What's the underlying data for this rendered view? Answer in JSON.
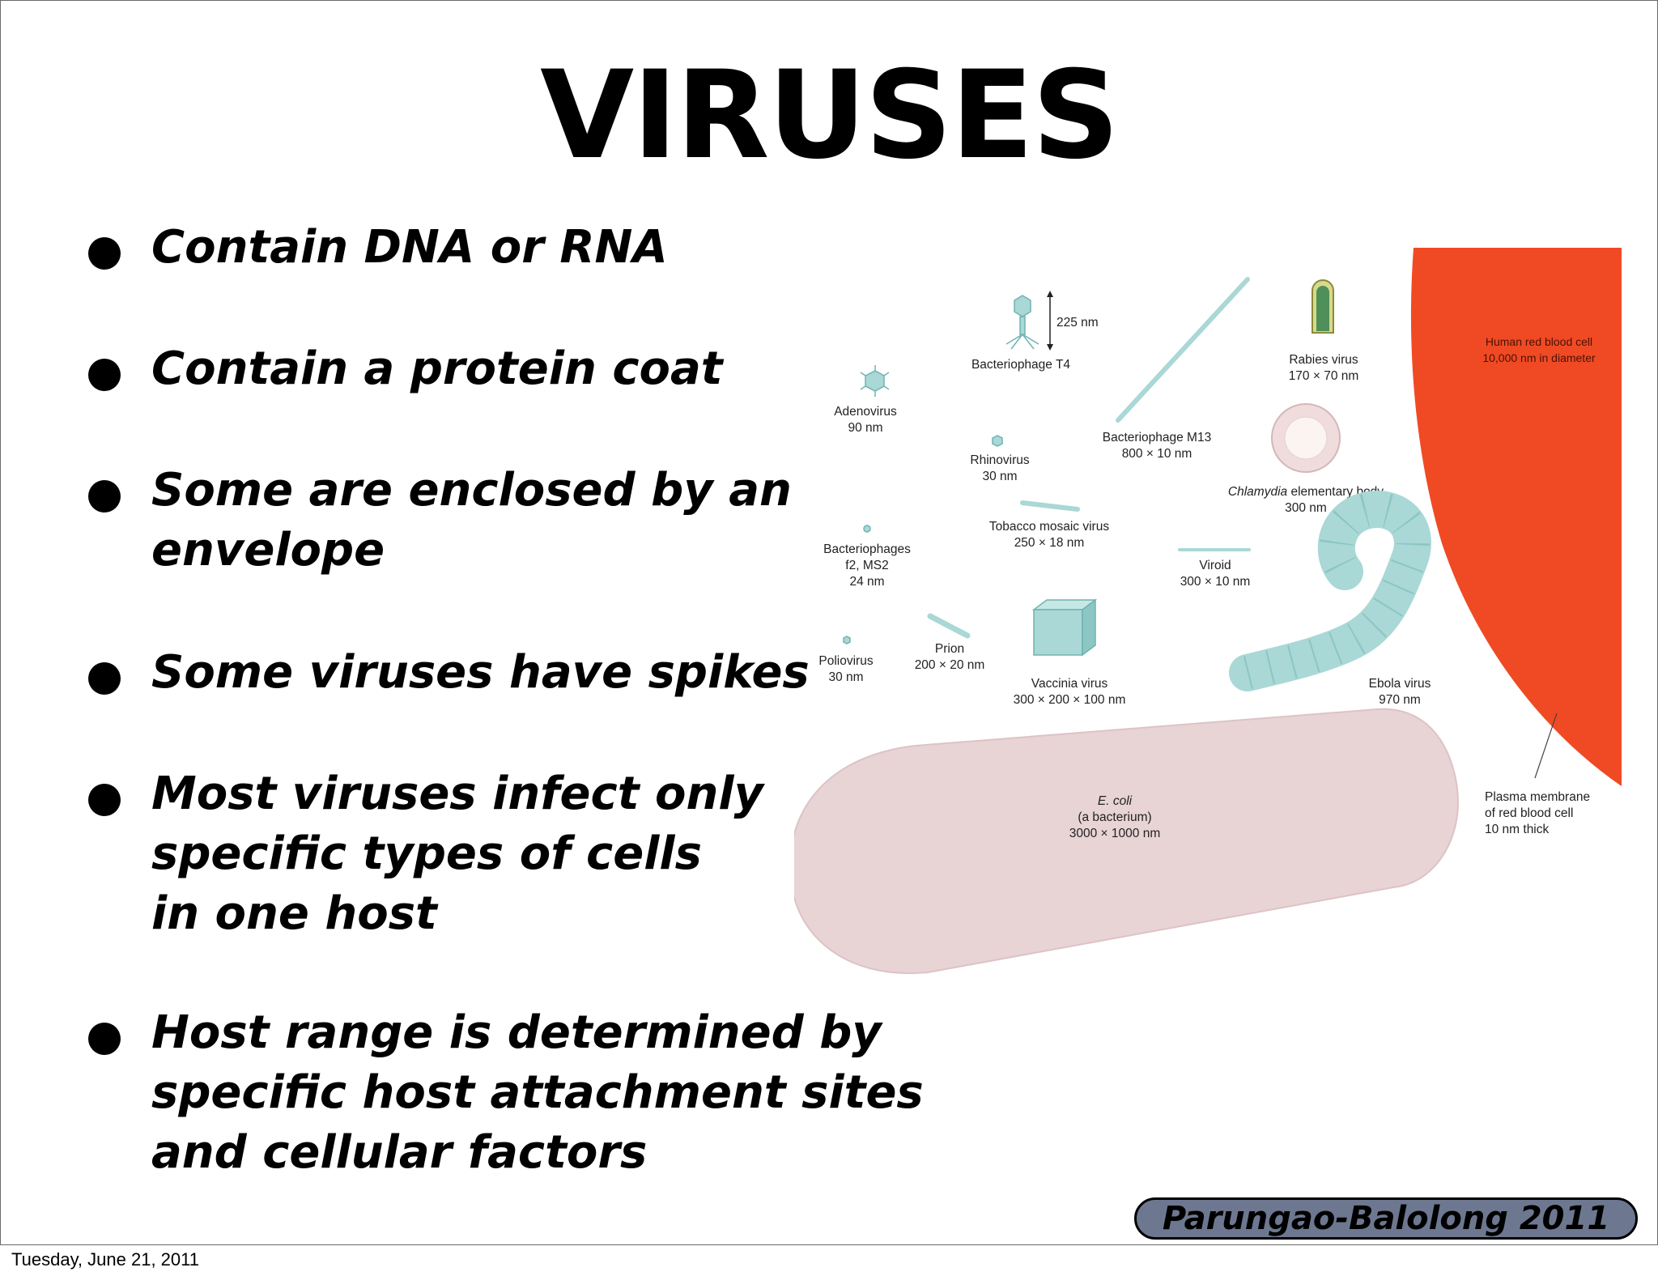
{
  "slide": {
    "title": "VIRUSES",
    "bullets": [
      "Contain DNA or RNA",
      "Contain a protein coat",
      "Some are enclosed by an\nenvelope",
      "Some viruses have spikes",
      "Most viruses infect only\nspecific types of cells\nin one host",
      "Host range is determined by\nspecific host attachment sites\nand cellular factors"
    ],
    "badge": "Parungao-Balolong 2011",
    "date": "Tuesday, June 21, 2011"
  },
  "figure": {
    "colors": {
      "virus_fill": "#a9d8d6",
      "virus_stroke": "#6fb3b1",
      "red_cell": "#f04a24",
      "ecoli_fill": "#e8d3d5",
      "chlamydia_fill": "#f0dcdc"
    },
    "labels": {
      "t4_scale": "225 nm",
      "t4_name": "Bacteriophage T4",
      "rabies_name": "Rabies virus",
      "rabies_size": "170 × 70 nm",
      "rbc_name": "Human red blood cell",
      "rbc_size": "10,000 nm in diameter",
      "adeno_name": "Adenovirus",
      "adeno_size": "90 nm",
      "m13_name": "Bacteriophage M13",
      "m13_size": "800 × 10 nm",
      "rhino_name": "Rhinovirus",
      "rhino_size": "30 nm",
      "chlamydia_name_italic": "Chlamydia",
      "chlamydia_name_rest": " elementary body",
      "chlamydia_size": "300 nm",
      "tmv_name": "Tobacco mosaic virus",
      "tmv_size": "250 × 18 nm",
      "phage_f2_name": "Bacteriophages",
      "phage_f2_name2": "f2, MS2",
      "phage_f2_size": "24 nm",
      "viroid_name": "Viroid",
      "viroid_size": "300 × 10 nm",
      "polio_name": "Poliovirus",
      "polio_size": "30 nm",
      "prion_name": "Prion",
      "prion_size": "200 × 20 nm",
      "vaccinia_name": "Vaccinia virus",
      "vaccinia_size": "300 × 200 × 100 nm",
      "ebola_name": "Ebola virus",
      "ebola_size": "970 nm",
      "ecoli_name": "E. coli",
      "ecoli_desc": "(a bacterium)",
      "ecoli_size": "3000 × 1000 nm",
      "membrane_line1": "Plasma membrane",
      "membrane_line2": "of red blood cell",
      "membrane_line3": "10 nm thick"
    }
  }
}
